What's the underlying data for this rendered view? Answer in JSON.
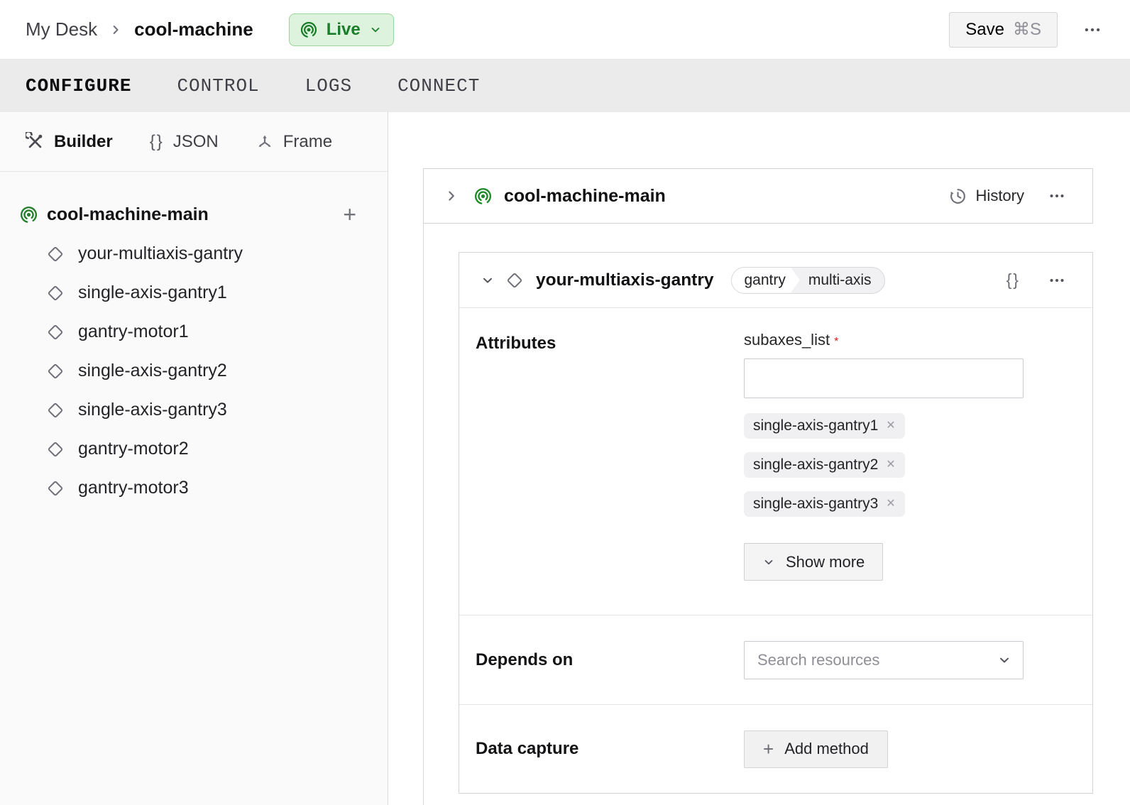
{
  "header": {
    "breadcrumb": {
      "parent": "My Desk",
      "current": "cool-machine"
    },
    "live_badge": {
      "label": "Live"
    },
    "save_button": {
      "label": "Save",
      "shortcut": "⌘S"
    }
  },
  "tabs": {
    "configure": "CONFIGURE",
    "control": "CONTROL",
    "logs": "LOGS",
    "connect": "CONNECT"
  },
  "sidebar": {
    "modes": {
      "builder": "Builder",
      "json": "JSON",
      "frame": "Frame"
    },
    "tree": {
      "root": "cool-machine-main",
      "children": [
        "your-multiaxis-gantry",
        "single-axis-gantry1",
        "gantry-motor1",
        "single-axis-gantry2",
        "single-axis-gantry3",
        "gantry-motor2",
        "gantry-motor3"
      ]
    }
  },
  "main": {
    "machine_card": {
      "title": "cool-machine-main",
      "history": "History"
    },
    "component_card": {
      "title": "your-multiaxis-gantry",
      "tags": {
        "model_family": "gantry",
        "model": "multi-axis"
      },
      "attributes": {
        "heading": "Attributes",
        "field_label": "subaxes_list",
        "required_marker": "*",
        "input_value": "",
        "chips": [
          "single-axis-gantry1",
          "single-axis-gantry2",
          "single-axis-gantry3"
        ],
        "show_more": "Show more"
      },
      "depends_on": {
        "heading": "Depends on",
        "placeholder": "Search resources"
      },
      "data_capture": {
        "heading": "Data capture",
        "add_method": "Add method"
      }
    }
  },
  "colors": {
    "live_text_green": "#1b7c2a",
    "live_badge_bg": "#ddf3dd",
    "live_badge_border": "#9ad69a",
    "machine_icon_green": "#257f2c",
    "required_red": "#cc2222",
    "tabbar_bg": "#ebebec",
    "card_border": "#d4d4d8"
  }
}
